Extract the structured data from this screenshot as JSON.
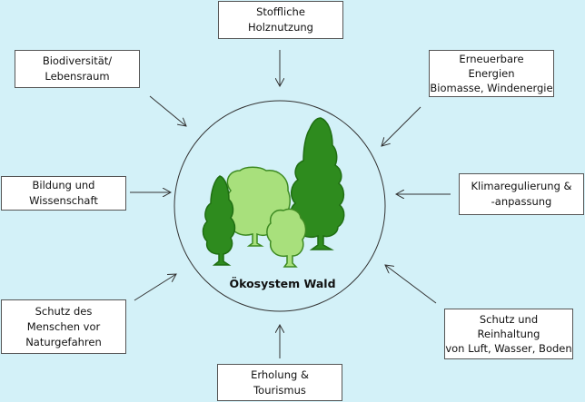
{
  "center": {
    "label": "Ökosystem Wald"
  },
  "nodes": {
    "stofflich": "Stoffliche\nHolznutzung",
    "biodiv": "Biodiversität/\nLebensraum",
    "erneuerbar": "Erneuerbare\nEnergien\nBiomasse, Windenergie",
    "bildung": "Bildung und\nWissenschaft",
    "klima": "Klimaregulierung &\n-anpassung",
    "schutzmensch": "Schutz des\nMenschen vor\nNaturgefahren",
    "reinhaltung": "Schutz und\nReinhaltung\nvon Luft, Wasser, Boden",
    "erholung": "Erholung &\nTourismus"
  },
  "colors": {
    "background": "#d3f1f8",
    "tree_dark": "#2e8b1e",
    "tree_light": "#a8e07c",
    "tree_outline": "#1f6e12"
  }
}
